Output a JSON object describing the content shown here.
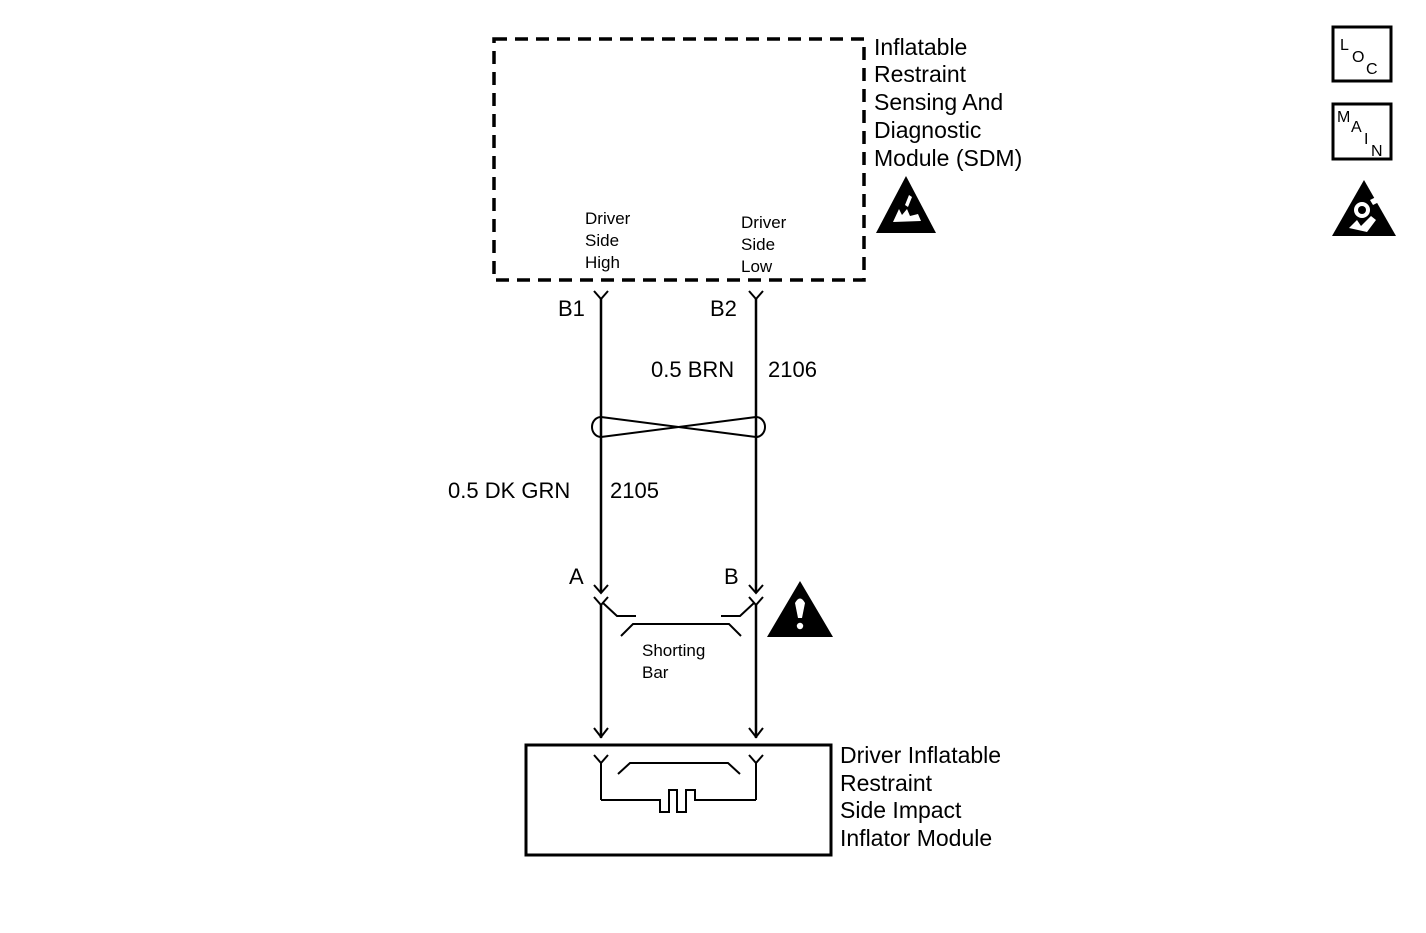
{
  "sdm": {
    "title_lines": [
      "Inflatable",
      "Restraint",
      "Sensing And",
      "Diagnostic",
      "Module (SDM)"
    ],
    "pin_high_label": [
      "Driver",
      "Side",
      "High"
    ],
    "pin_low_label": [
      "Driver",
      "Side",
      "Low"
    ]
  },
  "connector_top": {
    "pin_high": "B1",
    "pin_low": "B2"
  },
  "wires": {
    "low_wire": {
      "gauge_color": "0.5 BRN",
      "circuit": "2106"
    },
    "high_wire": {
      "gauge_color": "0.5 DK GRN",
      "circuit": "2105"
    }
  },
  "connector_bottom": {
    "pin_high": "A",
    "pin_low": "B"
  },
  "shorting_bar": [
    "Shorting",
    "Bar"
  ],
  "inflator_module": {
    "title_lines": [
      "Driver Inflatable",
      "Restraint",
      "Side Impact",
      "Inflator Module"
    ]
  },
  "side_buttons": {
    "loc": [
      "L",
      "O",
      "C"
    ],
    "main": [
      "M",
      "A",
      "I",
      "N"
    ]
  },
  "icons": {
    "esd": "esd-warning-icon",
    "caution": "caution-icon",
    "airbag": "airbag-icon"
  }
}
